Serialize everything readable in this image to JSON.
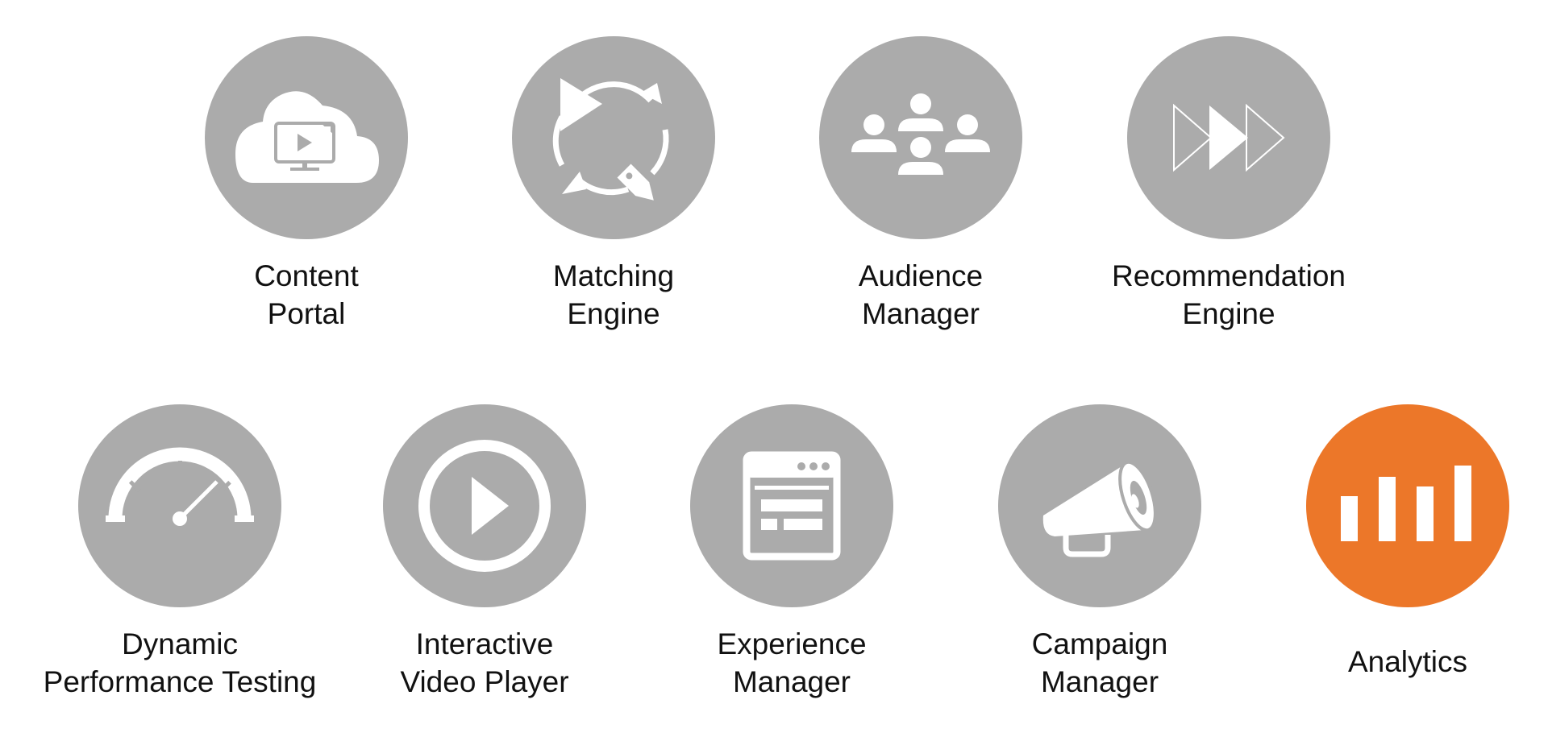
{
  "colors": {
    "circle_default": "#ababab",
    "circle_active": "#ec7729",
    "icon": "#ffffff",
    "text": "#111111"
  },
  "modules": [
    {
      "icon": "cloud-video-icon",
      "lines": [
        "Content",
        "Portal"
      ]
    },
    {
      "icon": "matching-cycle-icon",
      "lines": [
        "Matching",
        "Engine"
      ]
    },
    {
      "icon": "audience-people-icon",
      "lines": [
        "Audience",
        "Manager"
      ]
    },
    {
      "icon": "fast-forward-icon",
      "lines": [
        "Recommendation",
        "Engine"
      ]
    },
    {
      "icon": "speedometer-icon",
      "lines": [
        "Dynamic",
        "Performance Testing"
      ]
    },
    {
      "icon": "play-circle-icon",
      "lines": [
        "Interactive",
        "Video Player"
      ]
    },
    {
      "icon": "browser-window-icon",
      "lines": [
        "Experience",
        "Manager"
      ]
    },
    {
      "icon": "megaphone-icon",
      "lines": [
        "Campaign",
        "Manager"
      ]
    },
    {
      "icon": "bar-chart-icon",
      "lines": [
        "Analytics"
      ],
      "active": true
    }
  ]
}
